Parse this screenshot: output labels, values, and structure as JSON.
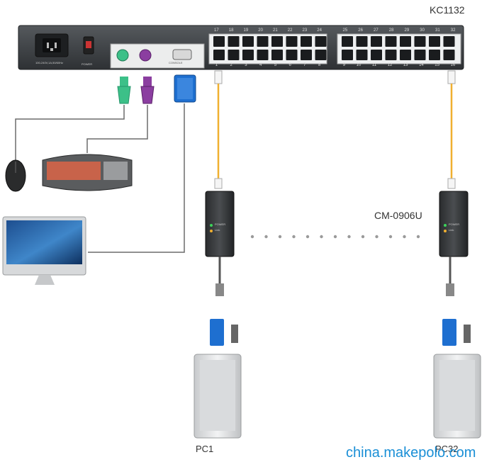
{
  "switch": {
    "model": "KC1132",
    "power_rating": "100-240V,1A,50/60Hz",
    "power_label": "POWER",
    "console_label": "CONSOLE",
    "ports_top_left": [
      "17",
      "18",
      "19",
      "20",
      "21",
      "22",
      "23",
      "24"
    ],
    "ports_top_right": [
      "25",
      "26",
      "27",
      "28",
      "29",
      "30",
      "31",
      "32"
    ],
    "ports_bottom_left": [
      "1",
      "2",
      "3",
      "4",
      "5",
      "6",
      "7",
      "8"
    ],
    "ports_bottom_right": [
      "9",
      "10",
      "11",
      "12",
      "13",
      "14",
      "15",
      "16"
    ]
  },
  "adapter": {
    "model": "CM-0906U",
    "led_power": "POWER",
    "led_link": "Link"
  },
  "pcs": {
    "left": "PC1",
    "right": "PC32"
  },
  "watermark": "china.makepolo.com",
  "colors": {
    "switch_body": "#3c3f42",
    "ethernet_cable": "#f0b030",
    "ps2_mouse": "#3cc088",
    "ps2_keyboard": "#8b3ea0",
    "vga": "#1e6fd0",
    "watermark": "#1a8fd6"
  }
}
